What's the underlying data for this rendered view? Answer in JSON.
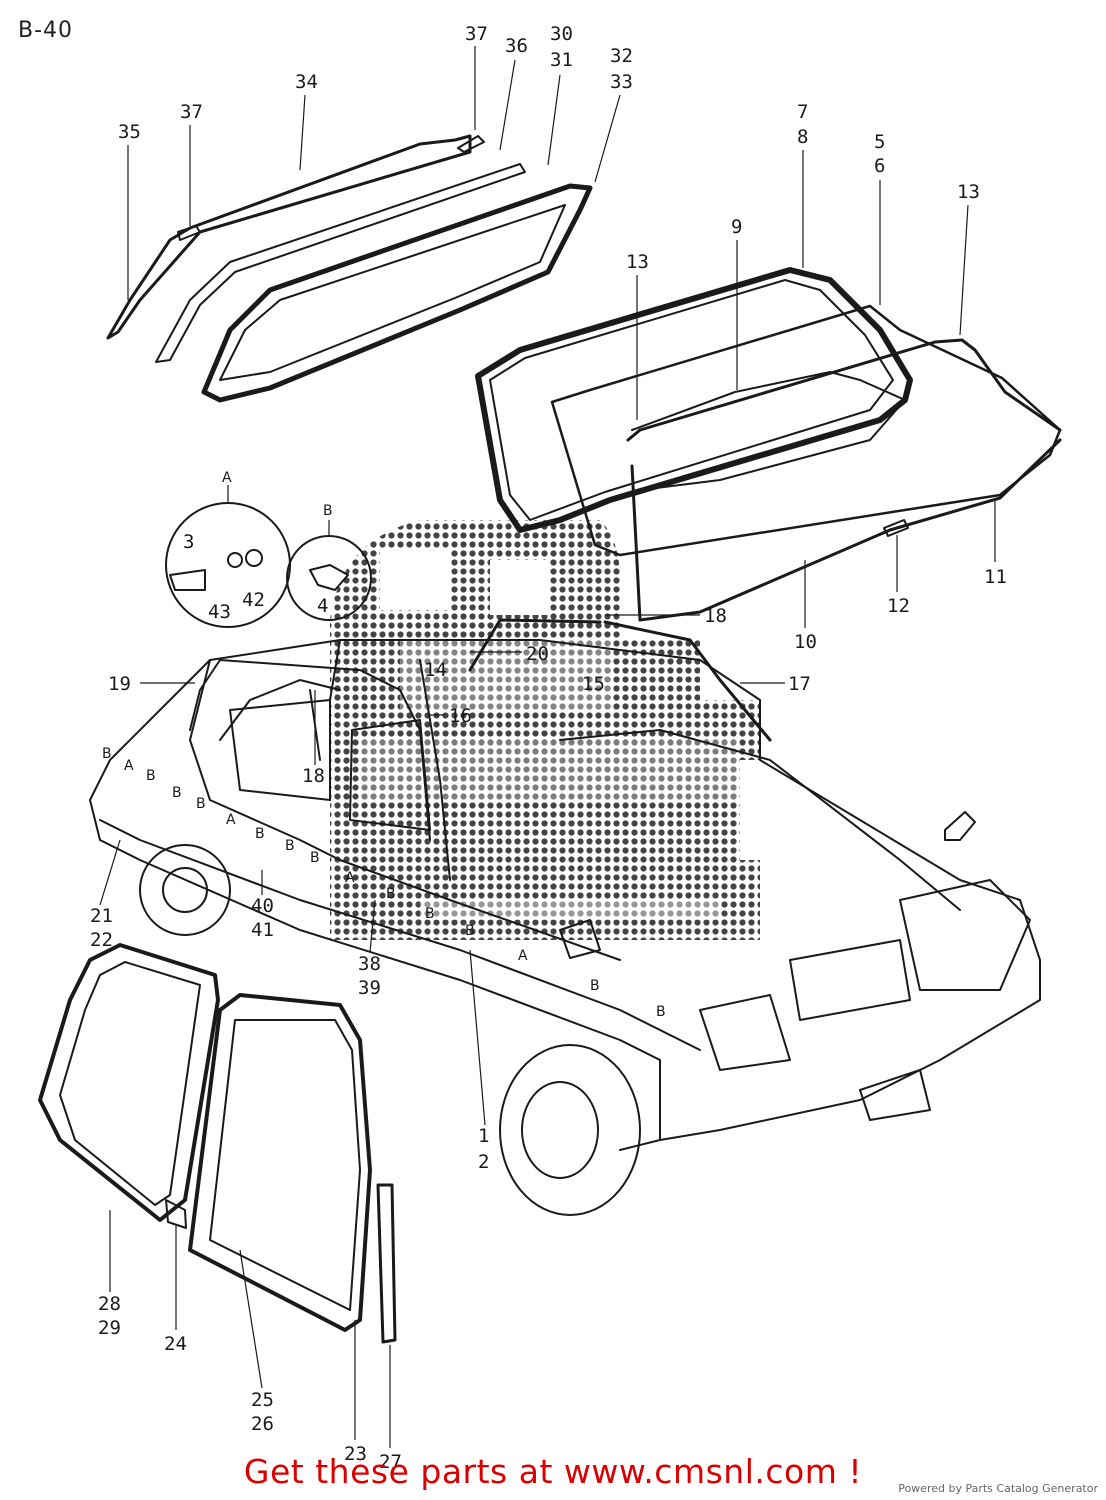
{
  "page_label": "B-40",
  "callouts": {
    "c37a": "37",
    "c36": "36",
    "c30": "30",
    "c31": "31",
    "c32": "32",
    "c33": "33",
    "c34": "34",
    "c35": "35",
    "c37b": "37",
    "c7": "7",
    "c8": "8",
    "c5": "5",
    "c6": "6",
    "c13a": "13",
    "c13b": "13",
    "c9": "9",
    "c11": "11",
    "c12": "12",
    "c10": "10",
    "cA": "A",
    "cB": "B",
    "c3": "3",
    "c43": "43",
    "c42": "42",
    "c4": "4",
    "c18a": "18",
    "c20": "20",
    "c14": "14",
    "c15": "15",
    "c19": "19",
    "c17": "17",
    "c16": "16",
    "c18b": "18",
    "c21": "21",
    "c22": "22",
    "c40": "40",
    "c41": "41",
    "c38": "38",
    "c39": "39",
    "c1": "1",
    "c2": "2",
    "c28": "28",
    "c29": "29",
    "c24": "24",
    "c25": "25",
    "c26": "26",
    "c23": "23",
    "c27": "27"
  },
  "clip_letters": {
    "a": "A",
    "b": "B"
  },
  "footer": {
    "cta": "Get these parts at www.cmsnl.com !",
    "powered": "Powered by Parts Catalog Generator"
  }
}
